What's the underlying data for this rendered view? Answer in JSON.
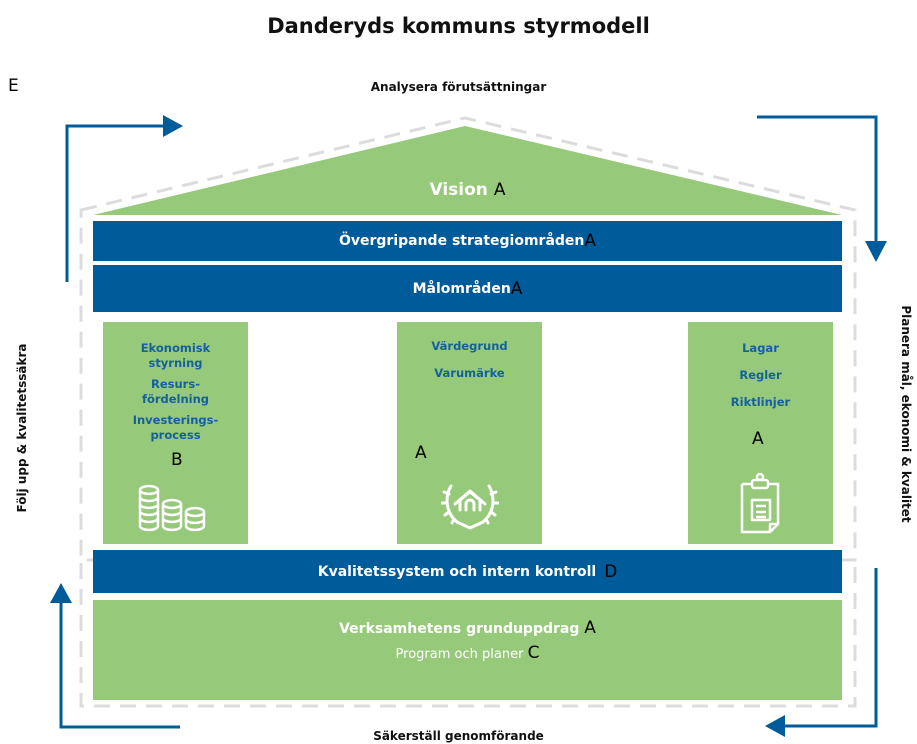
{
  "title": "Danderyds kommuns styrmodell",
  "corner_marker": "E",
  "cycle": {
    "top": "Analysera förutsättningar",
    "right": "Planera mål, ekonomi & kvalitet",
    "bottom": "Säkerställ genomförande",
    "left": "Följ upp & kvalitetssäkra"
  },
  "roof": {
    "label": "Vision",
    "marker": "A"
  },
  "bars": {
    "strategy": {
      "label": "Övergripande strategiområden",
      "marker": "A"
    },
    "goals": {
      "label": "Målområden",
      "marker": "A"
    },
    "quality": {
      "label": "Kvalitetssystem och intern kontroll",
      "marker": "D"
    }
  },
  "pillars": {
    "left": {
      "items": [
        "Ekonomisk styrning",
        "Resurs-fördelning",
        "Investerings-process"
      ],
      "marker": "B",
      "icon": "coins-icon"
    },
    "middle": {
      "items": [
        "Värdegrund",
        "Varumärke"
      ],
      "marker": "A",
      "icon": "laurel-house-icon"
    },
    "right": {
      "items": [
        "Lagar",
        "Regler",
        "Riktlinjer"
      ],
      "marker": "A",
      "icon": "clipboard-icon"
    }
  },
  "foundation": {
    "label": "Verksamhetens grunduppdrag",
    "label_marker": "A",
    "sublabel": "Program och planer",
    "sublabel_marker": "C"
  },
  "colors": {
    "blue": "#005b9a",
    "green": "#96c97a",
    "pillar_text": "#15619e",
    "dashed_outline": "#dcdcdc"
  }
}
